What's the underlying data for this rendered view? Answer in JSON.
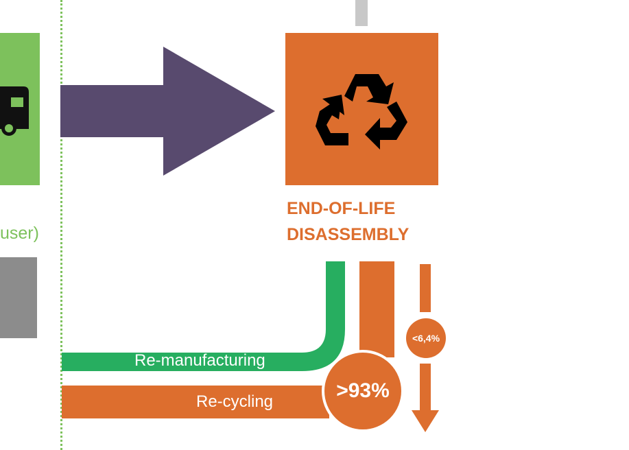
{
  "colors": {
    "user_green": "#7DC15C",
    "gray_block": "#8C8C8C",
    "arrow_purple": "#584A6E",
    "eol_orange": "#DD6E2E",
    "remanufacturing_green": "#27AE60",
    "connector_gray": "#C8C8C8"
  },
  "left_panel": {
    "partial_label": "user)",
    "icon": "truck-icon"
  },
  "eol": {
    "icon": "recycle-icon",
    "title_line1": "END-OF-LIFE",
    "title_line2": "DISASSEMBLY"
  },
  "flows": {
    "remanufacturing": "Re-manufacturing",
    "recycling": "Re-cycling",
    "recovery_rate": ">93%",
    "residual_rate": "<6,4%"
  }
}
